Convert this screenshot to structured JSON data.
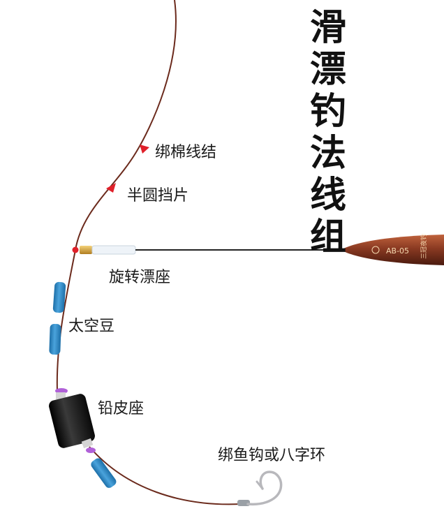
{
  "title": "滑漂钓法线组",
  "labels": {
    "cotton_knot": "绑棉线结",
    "half_round_stopper": "半圆挡片",
    "swivel_float_seat": "旋转漂座",
    "space_beans": "太空豆",
    "lead_seat": "铅皮座",
    "hook_or_swivel": "绑鱼钩或八字环"
  },
  "float_marking": {
    "model": "AB-05",
    "brand": "三冠夜钓"
  },
  "colors": {
    "line": "#6b2a1c",
    "stopper_red": "#e0202a",
    "bead_blue": "#2e86c6",
    "float_body": "#8a3a22",
    "lead_black": "#1b1b1b",
    "accent_purple": "#b060d8",
    "hook_silver": "#b8b8bc"
  }
}
